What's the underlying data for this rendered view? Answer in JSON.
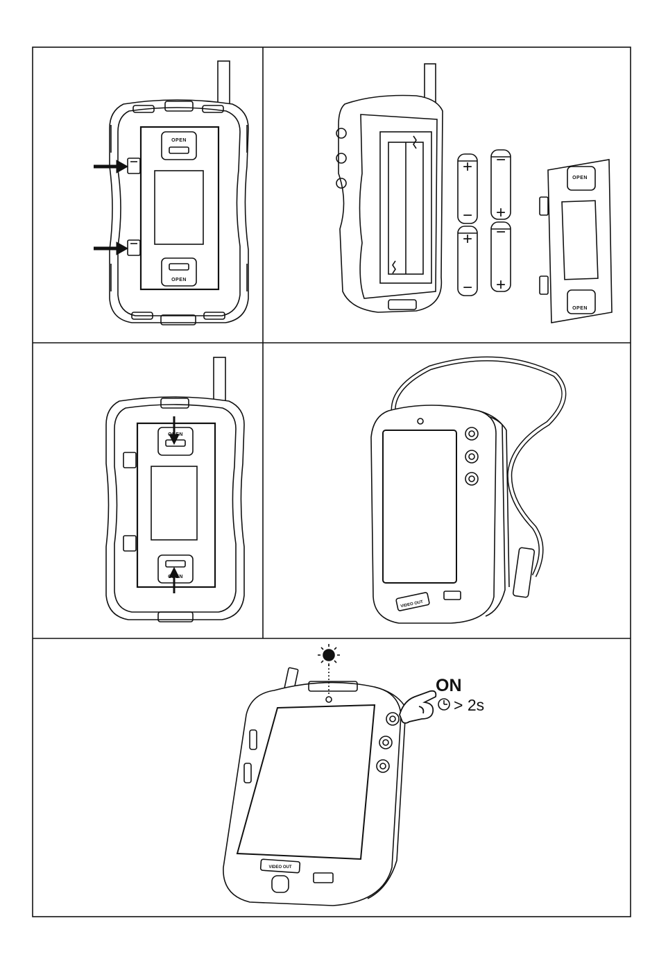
{
  "labels": {
    "open": "OPEN",
    "video_out": "VIDEO OUT",
    "power_on": "ON",
    "hold_time": "> 2s"
  },
  "battery_signs": {
    "plus": "+",
    "minus": "−"
  },
  "colors": {
    "line": "#111111",
    "background": "#ffffff"
  },
  "icons": [
    "arrow-icon",
    "clock-icon",
    "hand-press-icon",
    "sun-icon",
    "battery-icon"
  ]
}
